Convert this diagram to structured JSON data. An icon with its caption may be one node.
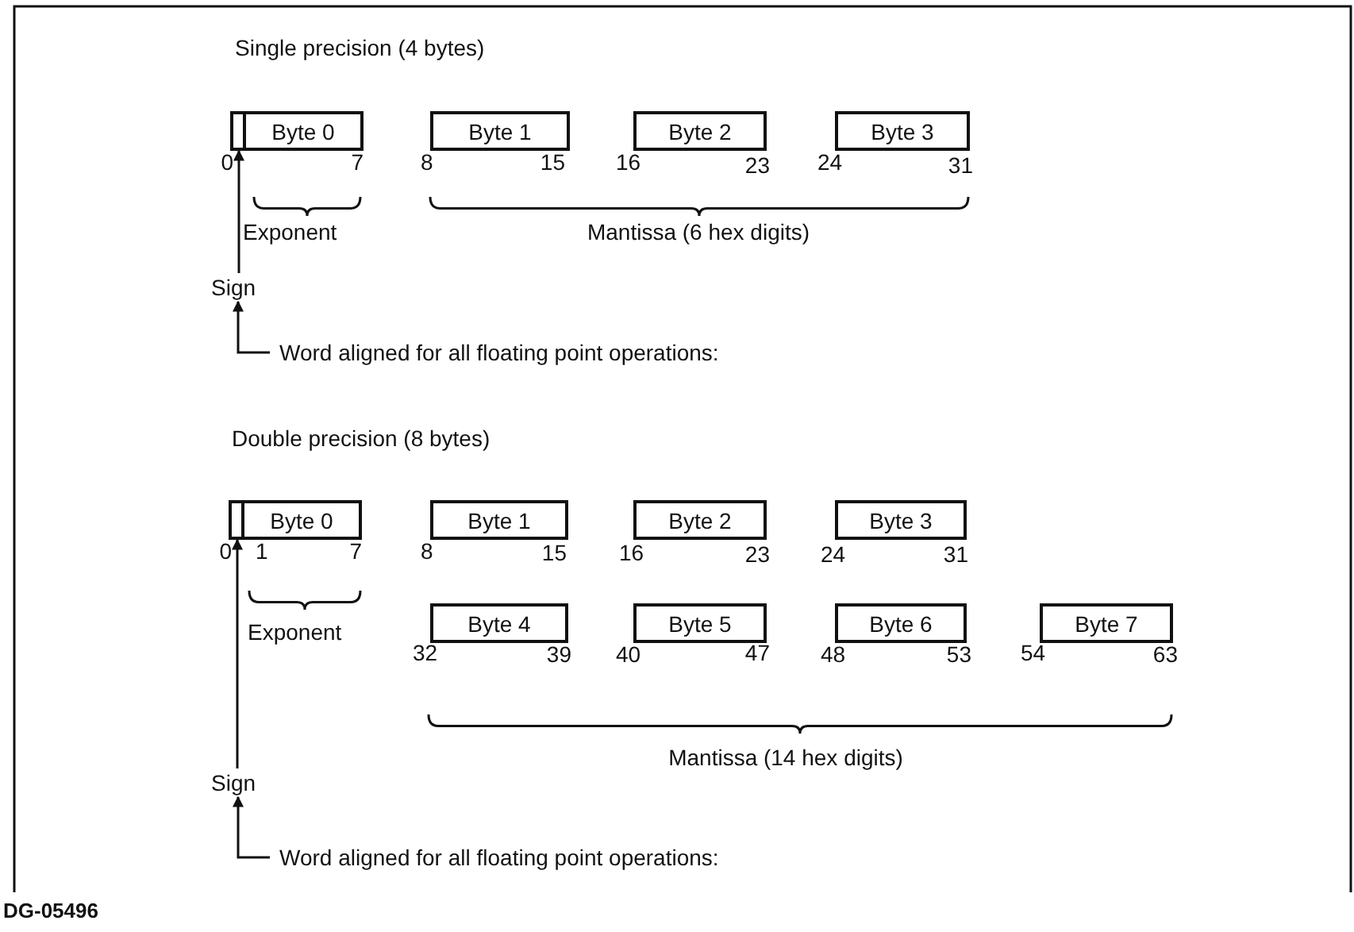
{
  "diagram": {
    "nodes": [
      {
        "text": [],
        "shape": "box"
      },
      {
        "text": [
          "Byte 0"
        ]
      },
      {
        "text": [
          "Byte 1"
        ]
      },
      {
        "text": [
          "Byte 2"
        ]
      },
      {
        "text": [
          "Byte 3"
        ]
      },
      {
        "text": [
          "Sign"
        ]
      },
      {
        "text": [
          "Word aligned for all floating point operations:"
        ]
      },
      {
        "text": [],
        "shape": "box"
      },
      {
        "text": [
          "Byte 0"
        ]
      },
      {
        "text": [
          "Byte 1"
        ]
      },
      {
        "text": [
          "Byte 2"
        ]
      },
      {
        "text": [
          "Byte 3"
        ]
      },
      {
        "text": [
          "Byte 4"
        ]
      },
      {
        "text": [
          "Byte 5"
        ]
      },
      {
        "text": [
          "Byte 6"
        ]
      },
      {
        "text": [
          "Byte 7"
        ]
      },
      {
        "text": [
          "Sign"
        ]
      },
      {
        "text": [
          "Word aligned for all floating point operations:"
        ]
      }
    ],
    "edges": [
      {
        "from": 5,
        "to": 0,
        "arrow": "to"
      },
      {
        "from": 6,
        "to": 5,
        "arrow": "to"
      },
      {
        "from": 16,
        "to": 7,
        "arrow": "to"
      },
      {
        "from": 17,
        "to": 16,
        "arrow": "to"
      }
    ],
    "labels": [
      "Single precision (4 bytes)",
      "0",
      "7",
      "8",
      "15",
      "16",
      "23",
      "24",
      "31",
      "Exponent",
      "Mantissa (6 hex digits)",
      "Double precision (8 bytes)",
      "0",
      "1",
      "7",
      "8",
      "15",
      "16",
      "23",
      "24",
      "31",
      "32",
      "39",
      "40",
      "47",
      "48",
      "53",
      "54",
      "63",
      "Exponent",
      "Mantissa (14 hex digits)",
      "DG-05496"
    ]
  }
}
